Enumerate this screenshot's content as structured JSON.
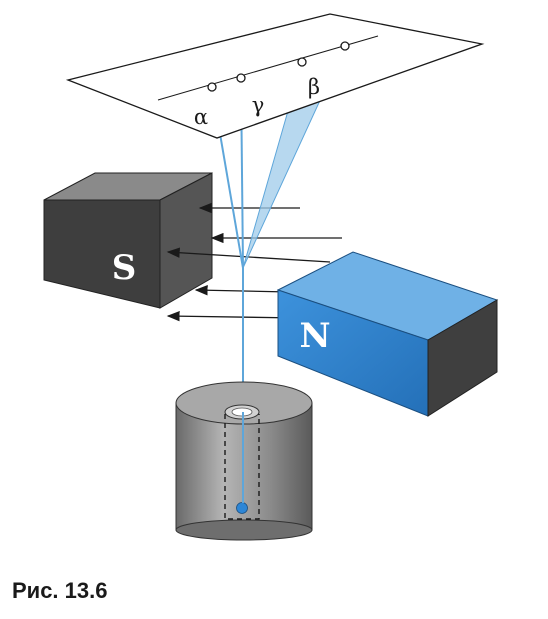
{
  "figure": {
    "labels": {
      "alpha": "α",
      "gamma": "γ",
      "beta": "β",
      "south_pole": "S",
      "north_pole": "N"
    },
    "caption": "Рис. 13.6"
  },
  "colors": {
    "south_magnet_front": "#3b3b3b",
    "south_magnet_top": "#8a8a8a",
    "north_magnet_front": "#2f83d0",
    "north_magnet_top": "#6fb1e6",
    "beam": "#5ea6da",
    "source_dot": "#2d86d6",
    "container": "#8d8d8d"
  }
}
